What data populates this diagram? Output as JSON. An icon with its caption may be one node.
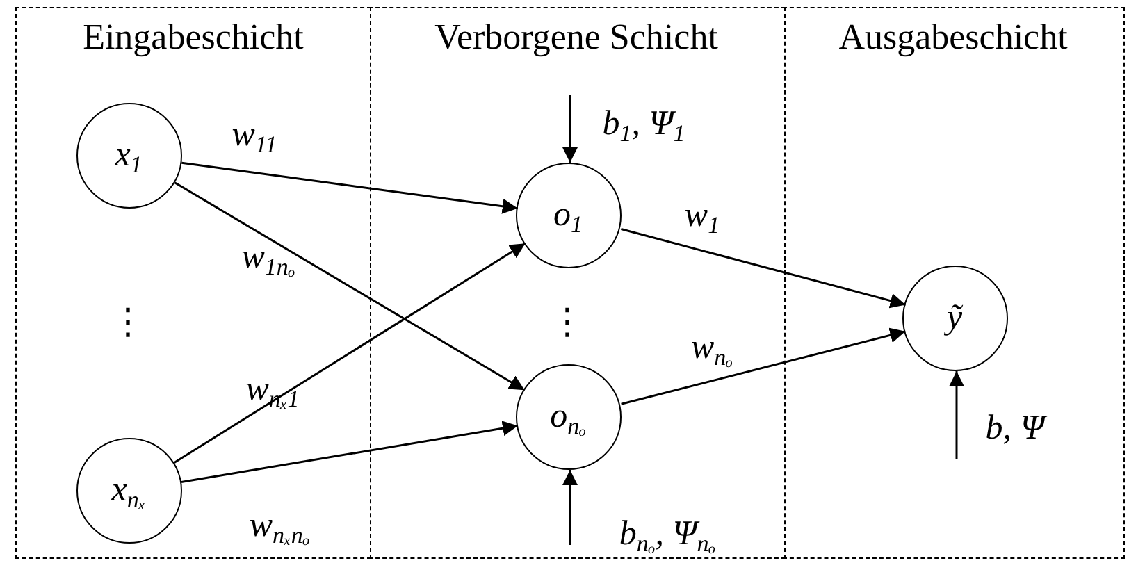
{
  "diagram": {
    "nodes": [
      {
        "text": [
          "Eingabeschicht"
        ]
      },
      {
        "text": [
          "Verborgene Schicht"
        ]
      },
      {
        "text": [
          "Ausgabeschicht"
        ]
      },
      {
        "text": [
          "x$_{1}$"
        ],
        "in": 0
      },
      {
        "text": [
          "x$_{nₓ}$"
        ],
        "in": 0
      },
      {
        "text": [
          "o$_{1}$"
        ],
        "in": 1
      },
      {
        "text": [
          "o$_{nₒ}$"
        ],
        "in": 1
      },
      {
        "text": [
          "ỹ"
        ],
        "in": 2
      }
    ],
    "edges": [
      {
        "from": 3,
        "to": 5,
        "arrow": "to",
        "label": "w$_{11}$"
      },
      {
        "from": 3,
        "to": 6,
        "arrow": "to",
        "label": "w$_{1nₒ}$"
      },
      {
        "from": 4,
        "to": 5,
        "arrow": "to",
        "label": "w$_{nₓ1}$"
      },
      {
        "from": 4,
        "to": 6,
        "arrow": "to",
        "label": "w$_{nₓnₒ}$"
      },
      {
        "from": 5,
        "to": 7,
        "arrow": "to",
        "label": "w$_{1}$"
      },
      {
        "from": 6,
        "to": 7,
        "arrow": "to",
        "label": "w$_{nₒ}$"
      },
      {
        "from": null,
        "to": 5,
        "arrow": "to",
        "label": "b$_{1}$, Ψ$_{1}$"
      },
      {
        "from": null,
        "to": 6,
        "arrow": "to",
        "label": "b$_{nₒ}$, Ψ$_{nₒ}$"
      },
      {
        "from": null,
        "to": 7,
        "arrow": "to",
        "label": "b, Ψ"
      }
    ],
    "labels": [
      "⋮",
      "⋮"
    ]
  }
}
